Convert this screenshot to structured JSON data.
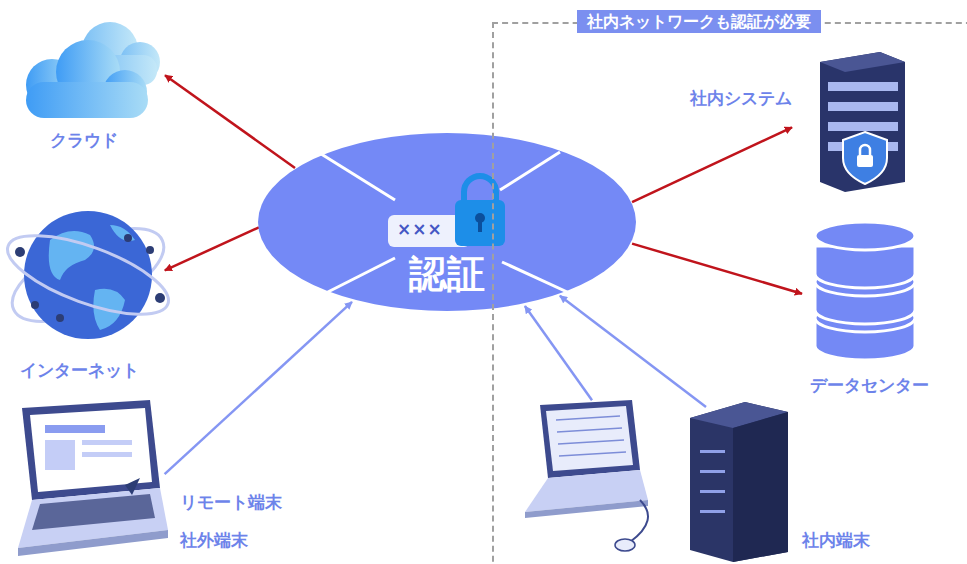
{
  "diagram": {
    "nodes": [
      {
        "text": [
          "認証"
        ]
      },
      {
        "text": [
          "クラウド"
        ]
      },
      {
        "text": [
          "インターネット"
        ]
      },
      {
        "text": [
          "リモート端末",
          "社外端末"
        ]
      },
      {
        "text": [
          "社内ネットワークも認証が必要"
        ]
      },
      {
        "text": [
          "社内システム"
        ],
        "in": 4
      },
      {
        "text": [
          "データセンター"
        ],
        "in": 4
      },
      {
        "text": [
          "社内端末"
        ],
        "in": 4
      }
    ],
    "edges": [
      {
        "from": 0,
        "to": 1,
        "arrow": "to"
      },
      {
        "from": 0,
        "to": 2,
        "arrow": "to"
      },
      {
        "from": 3,
        "to": 0,
        "arrow": "to"
      },
      {
        "from": 0,
        "to": 5,
        "arrow": "to"
      },
      {
        "from": 0,
        "to": 6,
        "arrow": "to"
      },
      {
        "from": 7,
        "to": 0,
        "arrow": "to"
      },
      {
        "from": 7,
        "to": 0,
        "arrow": "to"
      }
    ],
    "labels": [
      "×××"
    ]
  }
}
